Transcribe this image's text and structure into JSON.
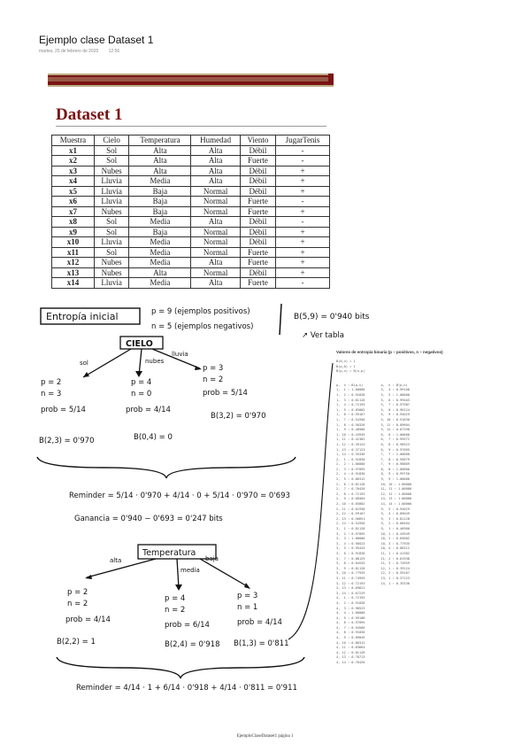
{
  "note": {
    "title": "Ejemplo clase Dataset 1",
    "date": "martes, 25 de febrero de 2025",
    "time": "12:56"
  },
  "slide": {
    "title": "Dataset 1",
    "headers": [
      "Muestra",
      "Cielo",
      "Temperatura",
      "Humedad",
      "Viento",
      "JugarTenis"
    ],
    "rows": [
      [
        "x1",
        "Sol",
        "Alta",
        "Alta",
        "Débil",
        "-"
      ],
      [
        "x2",
        "Sol",
        "Alta",
        "Alta",
        "Fuerte",
        "-"
      ],
      [
        "x3",
        "Nubes",
        "Alta",
        "Alta",
        "Débil",
        "+"
      ],
      [
        "x4",
        "Lluvia",
        "Media",
        "Alta",
        "Débil",
        "+"
      ],
      [
        "x5",
        "Lluvia",
        "Baja",
        "Normal",
        "Débil",
        "+"
      ],
      [
        "x6",
        "Lluvia",
        "Baja",
        "Normal",
        "Fuerte",
        "-"
      ],
      [
        "x7",
        "Nubes",
        "Baja",
        "Normal",
        "Fuerte",
        "+"
      ],
      [
        "x8",
        "Sol",
        "Media",
        "Alta",
        "Débil",
        "-"
      ],
      [
        "x9",
        "Sol",
        "Baja",
        "Normal",
        "Débil",
        "+"
      ],
      [
        "x10",
        "Lluvia",
        "Media",
        "Normal",
        "Débil",
        "+"
      ],
      [
        "x11",
        "Sol",
        "Media",
        "Normal",
        "Fuerte",
        "+"
      ],
      [
        "x12",
        "Nubes",
        "Media",
        "Alta",
        "Fuerte",
        "+"
      ],
      [
        "x13",
        "Nubes",
        "Alta",
        "Normal",
        "Débil",
        "+"
      ],
      [
        "x14",
        "Lluvia",
        "Media",
        "Alta",
        "Fuerte",
        "-"
      ]
    ]
  },
  "notes": {
    "entropy_label": "Entropía inicial",
    "p_line": "p = 9 (ejemplos positivos)",
    "n_line": "n = 5 (ejemplos negativos)",
    "B_total": "B(5,9) = 0'940 bits",
    "see_table": "↗ Ver tabla",
    "cielo": {
      "title": "CIELO",
      "branch_sol": "sol",
      "branch_nubes": "nubes",
      "branch_lluvia": "lluvia",
      "sol_p": "p = 2",
      "sol_n": "n = 3",
      "sol_prob": "prob = 5/14",
      "sol_B": "B(2,3) = 0'970",
      "nubes_p": "p = 4",
      "nubes_n": "n = 0",
      "nubes_prob": "prob = 4/14",
      "nubes_B": "B(0,4) = 0",
      "lluvia_p": "p = 3",
      "lluvia_n": "n = 2",
      "lluvia_prob": "prob = 5/14",
      "lluvia_B": "B(3,2) = 0'970",
      "reminder": "Reminder = 5/14 · 0'970 + 4/14 · 0 + 5/14 · 0'970 = 0'693",
      "ganancia": "Ganancia = 0'940 − 0'693 = 0'247 bits"
    },
    "temperatura": {
      "title": "Temperatura",
      "branch_alta": "alta",
      "branch_media": "media",
      "branch_baja": "baja",
      "alta_p": "p = 2",
      "alta_n": "n = 2",
      "alta_prob": "prob = 4/14",
      "alta_B": "B(2,2) = 1",
      "media_p": "p = 4",
      "media_n": "n = 2",
      "media_prob": "prob = 6/14",
      "media_B": "B(2,4) = 0'918",
      "baja_p": "p = 3",
      "baja_n": "n = 1",
      "baja_prob": "prob = 4/14",
      "baja_B": "B(1,3) = 0'811",
      "reminder": "Reminder = 4/14 · 1 + 6/14 · 0'918 + 4/14 · 0'811 = 0'911"
    }
  },
  "entropy_table": {
    "heading": "Valores de entropía binaria (p – positivos, n – negativos)",
    "code_lines": [
      "B(0,n) = 1",
      "B(p,0) = 1",
      "B(p,n) = B(n,p)"
    ],
    "col1_header": "p,  n : B(p,n)",
    "col2_header": "p,  n : B(p,n)",
    "col1": [
      "1,  1 : 1.00000",
      "1,  2 : 0.91830",
      "1,  3 : 0.81128",
      "1,  4 : 0.72193",
      "1,  5 : 0.65002",
      "1,  6 : 0.59167",
      "1,  7 : 0.54356",
      "1,  8 : 0.50326",
      "1,  9 : 0.46900",
      "1, 10 : 0.43949",
      "1, 11 : 0.41382",
      "1, 12 : 0.39124",
      "1, 13 : 0.37123",
      "1, 14 : 0.35336",
      "2,  1 : 0.91830",
      "2,  2 : 1.00000",
      "2,  3 : 0.97095",
      "2,  4 : 0.91830",
      "2,  5 : 0.86312",
      "2,  6 : 0.81128",
      "2,  7 : 0.76420",
      "2,  8 : 0.72193",
      "2,  9 : 0.68404",
      "2, 10 : 0.65002",
      "2, 11 : 0.61938",
      "2, 12 : 0.59167",
      "2, 13 : 0.56651",
      "2, 14 : 0.54356",
      "3,  1 : 0.81128",
      "3,  2 : 0.97095",
      "3,  3 : 1.00000",
      "3,  4 : 0.98523",
      "3,  5 : 0.95443",
      "3,  6 : 0.91830",
      "3,  7 : 0.88129",
      "3,  8 : 0.84535",
      "3,  9 : 0.81128",
      "3, 10 : 0.77935",
      "3, 11 : 0.74959",
      "3, 12 : 0.72193",
      "3, 13 : 0.69621",
      "3, 14 : 0.67229",
      "4,  1 : 0.72193",
      "4,  2 : 0.91830",
      "4,  3 : 0.98523",
      "4,  4 : 1.00000",
      "4,  5 : 0.99108",
      "4,  6 : 0.97095",
      "4,  7 : 0.94566",
      "4,  8 : 0.91830",
      "4,  9 : 0.89049",
      "4, 10 : 0.86312",
      "4, 11 : 0.83664",
      "4, 12 : 0.81128",
      "4, 13 : 0.78713",
      "4, 14 : 0.76420"
    ],
    "col2": [
      "5,  4 : 0.99108",
      "5,  5 : 1.00000",
      "5,  6 : 0.99403",
      "5,  7 : 0.97987",
      "5,  8 : 0.96124",
      "5,  9 : 0.94029",
      "5, 10 : 0.91830",
      "5, 11 : 0.89604",
      "5, 12 : 0.87398",
      "6,  6 : 1.00000",
      "6,  7 : 0.99572",
      "6,  8 : 0.98523",
      "6,  9 : 0.97095",
      "7,  7 : 1.00000",
      "7,  8 : 0.99679",
      "7,  9 : 0.98869",
      "8,  8 : 1.00000",
      "8,  9 : 0.99750",
      "9,  9 : 1.00000",
      "10, 10 : 1.00000",
      "11, 11 : 1.00000",
      "12, 12 : 1.00000",
      "13, 13 : 1.00000",
      "14, 14 : 1.00000",
      "9,  5 : 0.94029",
      "9,  4 : 0.89049",
      "9,  3 : 0.81128",
      "9,  2 : 0.68404",
      "9,  1 : 0.46900",
      "10, 1 : 0.43949",
      "10, 2 : 0.65002",
      "10, 3 : 0.77935",
      "10, 4 : 0.86312",
      "11, 1 : 0.41382",
      "11, 2 : 0.61938",
      "11, 3 : 0.74959",
      "12, 1 : 0.39124",
      "12, 2 : 0.59167",
      "13, 1 : 0.37123",
      "14, 1 : 0.35336"
    ]
  },
  "footer": "EjemploClaseDataset1 página 1"
}
